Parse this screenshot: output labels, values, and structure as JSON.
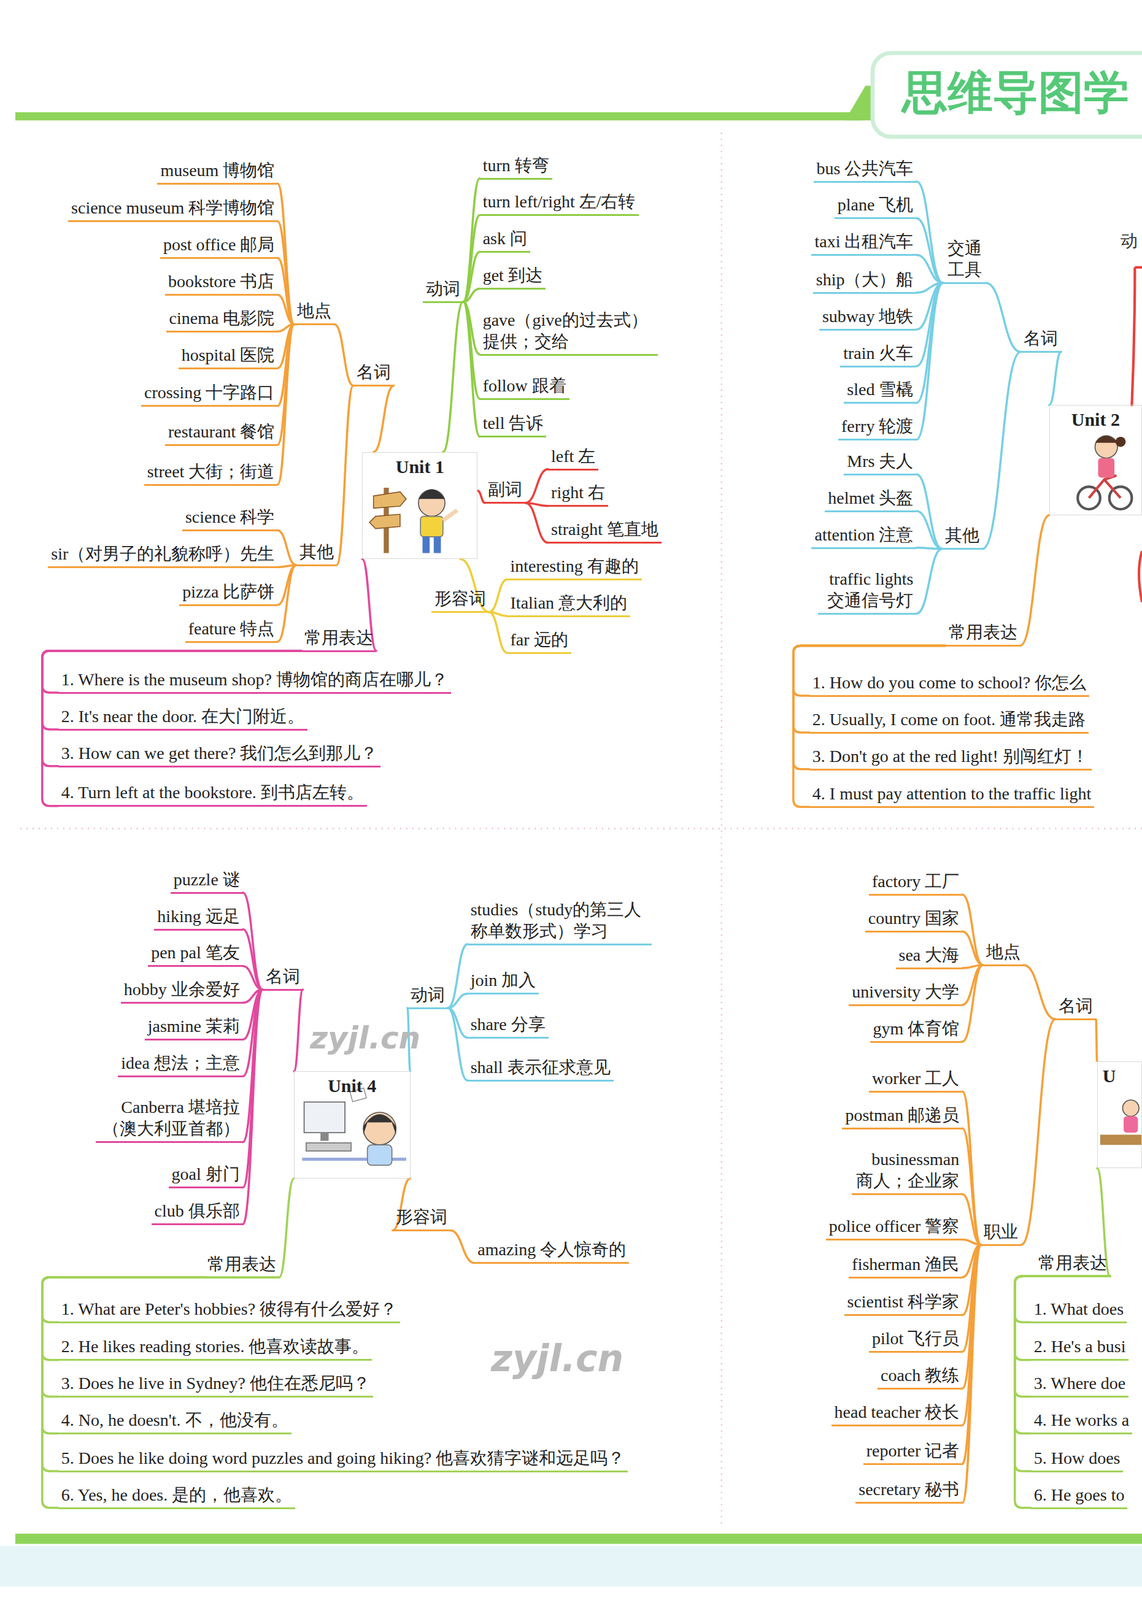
{
  "diagram": {
    "title": "思维导图学",
    "nodes": [
      {
        "text": [
          "Unit 1"
        ]
      },
      {
        "text": [
          "名词"
        ]
      },
      {
        "text": [
          "地点"
        ]
      },
      {
        "text": [
          "museum 博物馆"
        ]
      },
      {
        "text": [
          "science museum 科学博物馆"
        ]
      },
      {
        "text": [
          "post office 邮局"
        ]
      },
      {
        "text": [
          "bookstore 书店"
        ]
      },
      {
        "text": [
          "cinema 电影院"
        ]
      },
      {
        "text": [
          "hospital 医院"
        ]
      },
      {
        "text": [
          "crossing 十字路口"
        ]
      },
      {
        "text": [
          "restaurant 餐馆"
        ]
      },
      {
        "text": [
          "street 大街；街道"
        ]
      },
      {
        "text": [
          "其他"
        ]
      },
      {
        "text": [
          "science 科学"
        ]
      },
      {
        "text": [
          "sir（对男子的礼貌称呼）先生"
        ]
      },
      {
        "text": [
          "pizza 比萨饼"
        ]
      },
      {
        "text": [
          "feature 特点"
        ]
      },
      {
        "text": [
          "动词"
        ]
      },
      {
        "text": [
          "turn 转弯"
        ]
      },
      {
        "text": [
          "turn left/right 左/右转"
        ]
      },
      {
        "text": [
          "ask 问"
        ]
      },
      {
        "text": [
          "get 到达"
        ]
      },
      {
        "text": [
          "gave（give的过去式）提供；交给"
        ]
      },
      {
        "text": [
          "follow 跟着"
        ]
      },
      {
        "text": [
          "tell 告诉"
        ]
      },
      {
        "text": [
          "副词"
        ]
      },
      {
        "text": [
          "left 左"
        ]
      },
      {
        "text": [
          "right 右"
        ]
      },
      {
        "text": [
          "straight 笔直地"
        ]
      },
      {
        "text": [
          "形容词"
        ]
      },
      {
        "text": [
          "interesting 有趣的"
        ]
      },
      {
        "text": [
          "Italian 意大利的"
        ]
      },
      {
        "text": [
          "far 远的"
        ]
      },
      {
        "text": [
          "常用表达"
        ]
      },
      {
        "text": [
          "1. Where is the museum shop? 博物馆的商店在哪儿？"
        ]
      },
      {
        "text": [
          "2. It's near the door. 在大门附近。"
        ]
      },
      {
        "text": [
          "3. How can we get there? 我们怎么到那儿？"
        ]
      },
      {
        "text": [
          "4. Turn left at the bookstore. 到书店左转。"
        ]
      },
      {
        "text": [
          "Unit 2"
        ]
      },
      {
        "text": [
          "名词"
        ]
      },
      {
        "text": [
          "交通 工具"
        ]
      },
      {
        "text": [
          "bus 公共汽车"
        ]
      },
      {
        "text": [
          "plane 飞机"
        ]
      },
      {
        "text": [
          "taxi 出租汽车"
        ]
      },
      {
        "text": [
          "ship（大）船"
        ]
      },
      {
        "text": [
          "subway 地铁"
        ]
      },
      {
        "text": [
          "train 火车"
        ]
      },
      {
        "text": [
          "sled 雪橇"
        ]
      },
      {
        "text": [
          "ferry 轮渡"
        ]
      },
      {
        "text": [
          "其他"
        ]
      },
      {
        "text": [
          "Mrs 夫人"
        ]
      },
      {
        "text": [
          "helmet 头盔"
        ]
      },
      {
        "text": [
          "attention 注意"
        ]
      },
      {
        "text": [
          "traffic lights 交通信号灯"
        ]
      },
      {
        "text": [
          "常用表达"
        ]
      },
      {
        "text": [
          "1. How do you come to school? 你怎么"
        ]
      },
      {
        "text": [
          "2. Usually, I come on foot. 通常我走路"
        ]
      },
      {
        "text": [
          "3. Don't go at the red light! 别闯红灯！"
        ]
      },
      {
        "text": [
          "4. I must pay attention to the traffic light"
        ]
      },
      {
        "text": [
          "Unit 4"
        ]
      },
      {
        "text": [
          "名词"
        ]
      },
      {
        "text": [
          "puzzle 谜"
        ]
      },
      {
        "text": [
          "hiking 远足"
        ]
      },
      {
        "text": [
          "pen pal 笔友"
        ]
      },
      {
        "text": [
          "hobby 业余爱好"
        ]
      },
      {
        "text": [
          "jasmine 茉莉"
        ]
      },
      {
        "text": [
          "idea 想法；主意"
        ]
      },
      {
        "text": [
          "Canberra 堪培拉（澳大利亚首都）"
        ]
      },
      {
        "text": [
          "goal 射门"
        ]
      },
      {
        "text": [
          "club 俱乐部"
        ]
      },
      {
        "text": [
          "动词"
        ]
      },
      {
        "text": [
          "studies（study的第三人称单数形式）学习"
        ]
      },
      {
        "text": [
          "join 加入"
        ]
      },
      {
        "text": [
          "share 分享"
        ]
      },
      {
        "text": [
          "shall 表示征求意见"
        ]
      },
      {
        "text": [
          "形容词"
        ]
      },
      {
        "text": [
          "amazing 令人惊奇的"
        ]
      },
      {
        "text": [
          "常用表达"
        ]
      },
      {
        "text": [
          "1. What are Peter's hobbies? 彼得有什么爱好？"
        ]
      },
      {
        "text": [
          "2. He likes reading stories. 他喜欢读故事。"
        ]
      },
      {
        "text": [
          "3. Does he live in Sydney? 他住在悉尼吗？"
        ]
      },
      {
        "text": [
          "4. No, he doesn't. 不，他没有。"
        ]
      },
      {
        "text": [
          "5. Does he like doing word puzzles and going hiking? 他喜欢猜字谜和远足吗？"
        ]
      },
      {
        "text": [
          "6. Yes, he does. 是的，他喜欢。"
        ]
      },
      {
        "text": [
          "U"
        ]
      },
      {
        "text": [
          "名词"
        ]
      },
      {
        "text": [
          "地点"
        ]
      },
      {
        "text": [
          "factory 工厂"
        ]
      },
      {
        "text": [
          "country 国家"
        ]
      },
      {
        "text": [
          "sea 大海"
        ]
      },
      {
        "text": [
          "university 大学"
        ]
      },
      {
        "text": [
          "gym 体育馆"
        ]
      },
      {
        "text": [
          "职业"
        ]
      },
      {
        "text": [
          "worker 工人"
        ]
      },
      {
        "text": [
          "postman 邮递员"
        ]
      },
      {
        "text": [
          "businessman 商人；企业家"
        ]
      },
      {
        "text": [
          "police officer 警察"
        ]
      },
      {
        "text": [
          "fisherman 渔民"
        ]
      },
      {
        "text": [
          "scientist 科学家"
        ]
      },
      {
        "text": [
          "pilot 飞行员"
        ]
      },
      {
        "text": [
          "coach 教练"
        ]
      },
      {
        "text": [
          "head teacher 校长"
        ]
      },
      {
        "text": [
          "reporter 记者"
        ]
      },
      {
        "text": [
          "secretary 秘书"
        ]
      },
      {
        "text": [
          "常用表达"
        ]
      },
      {
        "text": [
          "1. What does"
        ]
      },
      {
        "text": [
          "2. He's a busi"
        ]
      },
      {
        "text": [
          "3. Where doe"
        ]
      },
      {
        "text": [
          "4. He works a"
        ]
      },
      {
        "text": [
          "5. How does"
        ]
      },
      {
        "text": [
          "6. He goes to"
        ]
      }
    ],
    "edges": [
      {
        "from": 0,
        "to": 1,
        "arrow": "none"
      },
      {
        "from": 1,
        "to": 2,
        "arrow": "none"
      },
      {
        "from": 2,
        "to": 3,
        "arrow": "none"
      },
      {
        "from": 2,
        "to": 4,
        "arrow": "none"
      },
      {
        "from": 2,
        "to": 5,
        "arrow": "none"
      },
      {
        "from": 2,
        "to": 6,
        "arrow": "none"
      },
      {
        "from": 2,
        "to": 7,
        "arrow": "none"
      },
      {
        "from": 2,
        "to": 8,
        "arrow": "none"
      },
      {
        "from": 2,
        "to": 9,
        "arrow": "none"
      },
      {
        "from": 2,
        "to": 10,
        "arrow": "none"
      },
      {
        "from": 2,
        "to": 11,
        "arrow": "none"
      },
      {
        "from": 1,
        "to": 12,
        "arrow": "none"
      },
      {
        "from": 12,
        "to": 13,
        "arrow": "none"
      },
      {
        "from": 12,
        "to": 14,
        "arrow": "none"
      },
      {
        "from": 12,
        "to": 15,
        "arrow": "none"
      },
      {
        "from": 12,
        "to": 16,
        "arrow": "none"
      },
      {
        "from": 0,
        "to": 17,
        "arrow": "none"
      },
      {
        "from": 17,
        "to": 18,
        "arrow": "none"
      },
      {
        "from": 17,
        "to": 19,
        "arrow": "none"
      },
      {
        "from": 17,
        "to": 20,
        "arrow": "none"
      },
      {
        "from": 17,
        "to": 21,
        "arrow": "none"
      },
      {
        "from": 17,
        "to": 22,
        "arrow": "none"
      },
      {
        "from": 17,
        "to": 23,
        "arrow": "none"
      },
      {
        "from": 17,
        "to": 24,
        "arrow": "none"
      },
      {
        "from": 0,
        "to": 25,
        "arrow": "none"
      },
      {
        "from": 25,
        "to": 26,
        "arrow": "none"
      },
      {
        "from": 25,
        "to": 27,
        "arrow": "none"
      },
      {
        "from": 25,
        "to": 28,
        "arrow": "none"
      },
      {
        "from": 0,
        "to": 29,
        "arrow": "none"
      },
      {
        "from": 29,
        "to": 30,
        "arrow": "none"
      },
      {
        "from": 29,
        "to": 31,
        "arrow": "none"
      },
      {
        "from": 29,
        "to": 32,
        "arrow": "none"
      },
      {
        "from": 0,
        "to": 33,
        "arrow": "none"
      },
      {
        "from": 33,
        "to": 34,
        "arrow": "none"
      },
      {
        "from": 33,
        "to": 35,
        "arrow": "none"
      },
      {
        "from": 33,
        "to": 36,
        "arrow": "none"
      },
      {
        "from": 33,
        "to": 37,
        "arrow": "none"
      },
      {
        "from": 38,
        "to": 39,
        "arrow": "none"
      },
      {
        "from": 39,
        "to": 40,
        "arrow": "none"
      },
      {
        "from": 40,
        "to": 41,
        "arrow": "none"
      },
      {
        "from": 40,
        "to": 42,
        "arrow": "none"
      },
      {
        "from": 40,
        "to": 43,
        "arrow": "none"
      },
      {
        "from": 40,
        "to": 44,
        "arrow": "none"
      },
      {
        "from": 40,
        "to": 45,
        "arrow": "none"
      },
      {
        "from": 40,
        "to": 46,
        "arrow": "none"
      },
      {
        "from": 40,
        "to": 47,
        "arrow": "none"
      },
      {
        "from": 40,
        "to": 48,
        "arrow": "none"
      },
      {
        "from": 39,
        "to": 49,
        "arrow": "none"
      },
      {
        "from": 49,
        "to": 50,
        "arrow": "none"
      },
      {
        "from": 49,
        "to": 51,
        "arrow": "none"
      },
      {
        "from": 49,
        "to": 52,
        "arrow": "none"
      },
      {
        "from": 49,
        "to": 53,
        "arrow": "none"
      },
      {
        "from": 38,
        "to": 54,
        "arrow": "none"
      },
      {
        "from": 54,
        "to": 55,
        "arrow": "none"
      },
      {
        "from": 54,
        "to": 56,
        "arrow": "none"
      },
      {
        "from": 54,
        "to": 57,
        "arrow": "none"
      },
      {
        "from": 54,
        "to": 58,
        "arrow": "none"
      },
      {
        "from": 59,
        "to": 60,
        "arrow": "none"
      },
      {
        "from": 60,
        "to": 61,
        "arrow": "none"
      },
      {
        "from": 60,
        "to": 62,
        "arrow": "none"
      },
      {
        "from": 60,
        "to": 63,
        "arrow": "none"
      },
      {
        "from": 60,
        "to": 64,
        "arrow": "none"
      },
      {
        "from": 60,
        "to": 65,
        "arrow": "none"
      },
      {
        "from": 60,
        "to": 66,
        "arrow": "none"
      },
      {
        "from": 60,
        "to": 67,
        "arrow": "none"
      },
      {
        "from": 60,
        "to": 68,
        "arrow": "none"
      },
      {
        "from": 60,
        "to": 69,
        "arrow": "none"
      },
      {
        "from": 59,
        "to": 70,
        "arrow": "none"
      },
      {
        "from": 70,
        "to": 71,
        "arrow": "none"
      },
      {
        "from": 70,
        "to": 72,
        "arrow": "none"
      },
      {
        "from": 70,
        "to": 73,
        "arrow": "none"
      },
      {
        "from": 70,
        "to": 74,
        "arrow": "none"
      },
      {
        "from": 59,
        "to": 75,
        "arrow": "none"
      },
      {
        "from": 75,
        "to": 76,
        "arrow": "none"
      },
      {
        "from": 59,
        "to": 77,
        "arrow": "none"
      },
      {
        "from": 77,
        "to": 78,
        "arrow": "none"
      },
      {
        "from": 77,
        "to": 79,
        "arrow": "none"
      },
      {
        "from": 77,
        "to": 80,
        "arrow": "none"
      },
      {
        "from": 77,
        "to": 81,
        "arrow": "none"
      },
      {
        "from": 77,
        "to": 82,
        "arrow": "none"
      },
      {
        "from": 77,
        "to": 83,
        "arrow": "none"
      },
      {
        "from": 84,
        "to": 85,
        "arrow": "none"
      },
      {
        "from": 85,
        "to": 86,
        "arrow": "none"
      },
      {
        "from": 86,
        "to": 87,
        "arrow": "none"
      },
      {
        "from": 86,
        "to": 88,
        "arrow": "none"
      },
      {
        "from": 86,
        "to": 89,
        "arrow": "none"
      },
      {
        "from": 86,
        "to": 90,
        "arrow": "none"
      },
      {
        "from": 86,
        "to": 91,
        "arrow": "none"
      },
      {
        "from": 85,
        "to": 92,
        "arrow": "none"
      },
      {
        "from": 92,
        "to": 93,
        "arrow": "none"
      },
      {
        "from": 92,
        "to": 94,
        "arrow": "none"
      },
      {
        "from": 92,
        "to": 95,
        "arrow": "none"
      },
      {
        "from": 92,
        "to": 96,
        "arrow": "none"
      },
      {
        "from": 92,
        "to": 97,
        "arrow": "none"
      },
      {
        "from": 92,
        "to": 98,
        "arrow": "none"
      },
      {
        "from": 92,
        "to": 99,
        "arrow": "none"
      },
      {
        "from": 92,
        "to": 100,
        "arrow": "none"
      },
      {
        "from": 92,
        "to": 101,
        "arrow": "none"
      },
      {
        "from": 92,
        "to": 102,
        "arrow": "none"
      },
      {
        "from": 92,
        "to": 103,
        "arrow": "none"
      },
      {
        "from": 84,
        "to": 104,
        "arrow": "none"
      },
      {
        "from": 104,
        "to": 105,
        "arrow": "none"
      },
      {
        "from": 104,
        "to": 106,
        "arrow": "none"
      },
      {
        "from": 104,
        "to": 107,
        "arrow": "none"
      },
      {
        "from": 104,
        "to": 108,
        "arrow": "none"
      },
      {
        "from": 104,
        "to": 109,
        "arrow": "none"
      },
      {
        "from": 104,
        "to": 110,
        "arrow": "none"
      }
    ],
    "labels": [
      "动",
      "zyjl.cn",
      "zyjl.cn"
    ]
  }
}
